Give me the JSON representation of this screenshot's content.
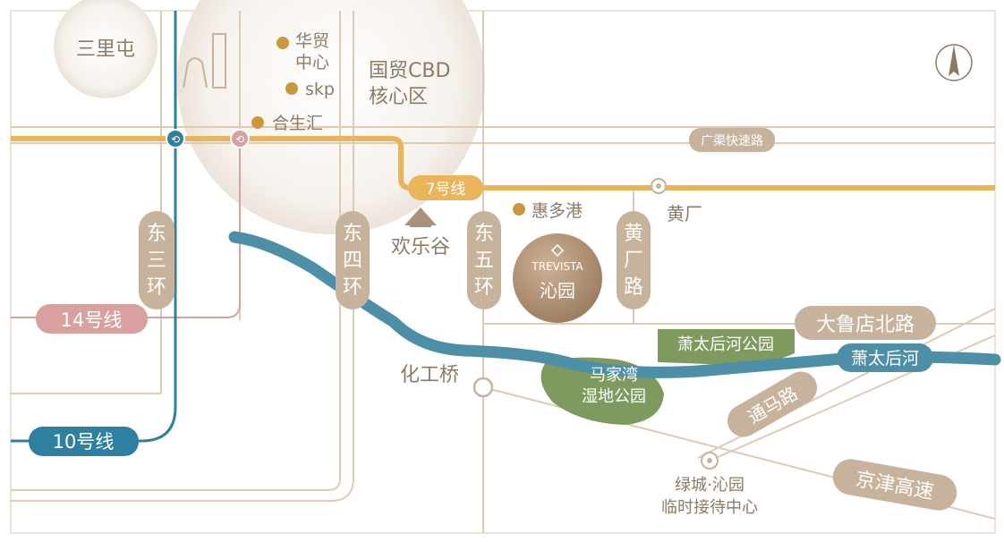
{
  "districts": {
    "sanlitun": "三里屯",
    "guomao_cbd": [
      "国贸CBD",
      "核心区"
    ]
  },
  "pois": {
    "huamao": [
      "华贸",
      "中心"
    ],
    "skp": "skp",
    "heshenghui": "合生汇",
    "huiduogang": "惠多港",
    "happy_valley": "欢乐谷",
    "huagongqiao": "化工桥",
    "huangchang": "黄厂",
    "sales_office": [
      "绿城·沁园",
      "临时接待中心"
    ]
  },
  "roads": {
    "dong_san_huan": [
      "东",
      "三",
      "环"
    ],
    "dong_si_huan": [
      "东",
      "四",
      "环"
    ],
    "dong_wu_huan": [
      "东",
      "五",
      "环"
    ],
    "huangchang_lu": [
      "黄",
      "厂",
      "路"
    ],
    "guangqu_expressway": "广渠快速路",
    "dalu_dian_bei_lu": "大鲁店北路",
    "tongma_lu": "通马路",
    "jingjin_expressway": "京津高速"
  },
  "metro": {
    "line7": {
      "label": "7号线",
      "color": "#E9B45A"
    },
    "line14": {
      "label": "14号线",
      "color": "#D9A0A0"
    },
    "line10": {
      "label": "10号线",
      "color": "#2E7FA0"
    }
  },
  "river": {
    "label": "萧太后河",
    "color": "#4D8FA6"
  },
  "parks": {
    "xiaotaihouhe_park": "萧太后河公园",
    "majiawan_park": [
      "马家湾",
      "湿地公园"
    ]
  },
  "project": {
    "name_en": "TREVISTA",
    "name_cn": "沁园"
  },
  "colors": {
    "road": "#DDCBB6",
    "road_label_bg": "#C7B39B",
    "text": "#8C7A66",
    "park": "#7F9A5F",
    "project_gold": "#A88A6C",
    "poi_icon": "#C9983D"
  },
  "icons": [
    "compass-icon",
    "mall-icon",
    "metro-interchange-icon",
    "metro-station-icon",
    "tower-icon",
    "pagoda-icon",
    "sales-office-icon"
  ]
}
